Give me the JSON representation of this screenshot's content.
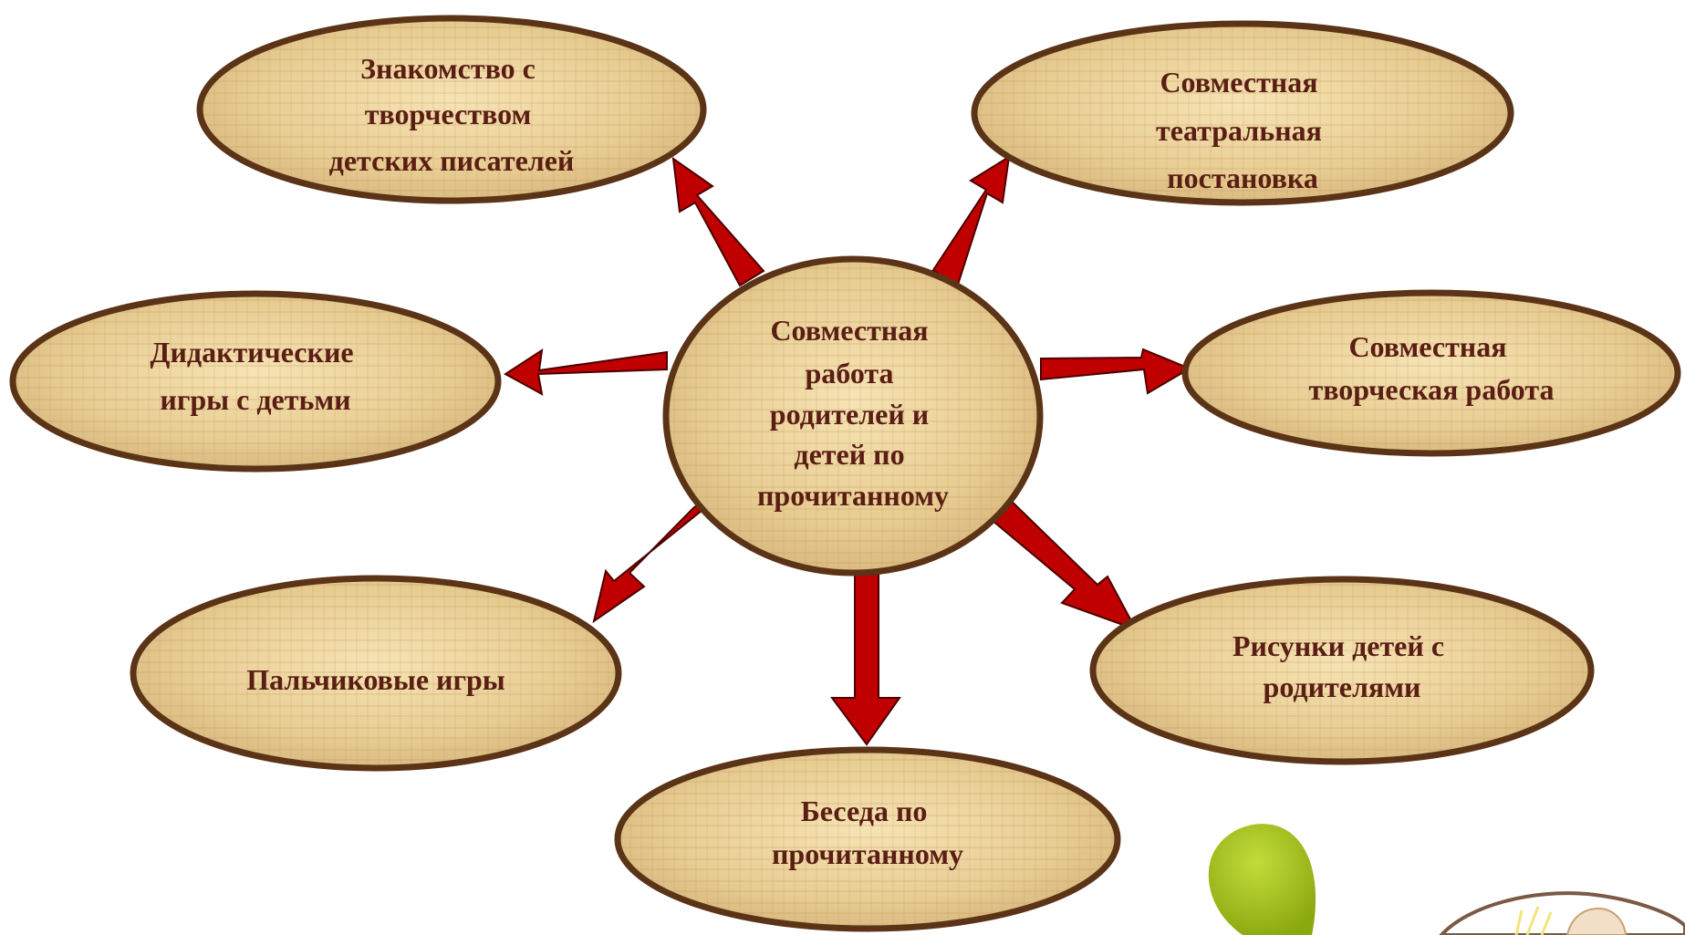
{
  "colors": {
    "arrow": "#c00000",
    "arrow_outline": "#4a0000",
    "node_fill_light": "#f6e3b4",
    "node_fill_dark": "#d6b47a",
    "node_outline": "#5b3316",
    "text": "#5a1e14",
    "decor_green": "#9cbd17"
  },
  "diagram": {
    "center": {
      "lines": [
        "Совместная",
        "работа",
        "родителей и",
        "детей по",
        "прочитанному"
      ]
    },
    "nodes": [
      {
        "id": "top-left",
        "lines": [
          "Знакомство с",
          "творчеством",
          "детских писателей"
        ]
      },
      {
        "id": "top-right",
        "lines": [
          "Совместная",
          "театральная",
          "постановка"
        ]
      },
      {
        "id": "mid-left",
        "lines": [
          "Дидактические",
          "игры с детьми"
        ]
      },
      {
        "id": "mid-right",
        "lines": [
          "Совместная",
          "творческая работа"
        ]
      },
      {
        "id": "bottom-left",
        "lines": [
          "Пальчиковые игры"
        ]
      },
      {
        "id": "bottom-right",
        "lines": [
          "Рисунки детей с",
          "родителями"
        ]
      },
      {
        "id": "bottom-center",
        "lines": [
          "Беседа по",
          "прочитанному"
        ]
      }
    ]
  }
}
